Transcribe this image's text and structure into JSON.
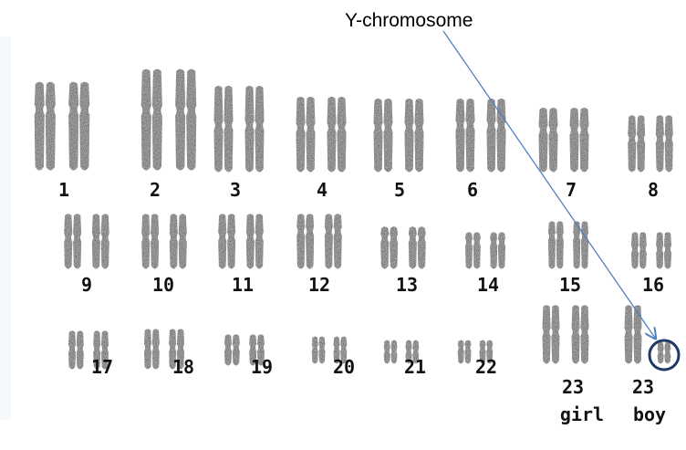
{
  "annotation": {
    "label": "Y-chromosome"
  },
  "pairs": [
    {
      "number": "1"
    },
    {
      "number": "2"
    },
    {
      "number": "3"
    },
    {
      "number": "4"
    },
    {
      "number": "5"
    },
    {
      "number": "6"
    },
    {
      "number": "7"
    },
    {
      "number": "8"
    },
    {
      "number": "9"
    },
    {
      "number": "10"
    },
    {
      "number": "11"
    },
    {
      "number": "12"
    },
    {
      "number": "13"
    },
    {
      "number": "14"
    },
    {
      "number": "15"
    },
    {
      "number": "16"
    },
    {
      "number": "17"
    },
    {
      "number": "18"
    },
    {
      "number": "19"
    },
    {
      "number": "20"
    },
    {
      "number": "21"
    },
    {
      "number": "22"
    }
  ],
  "sex_pairs": [
    {
      "number": "23",
      "sublabel": "girl"
    },
    {
      "number": "23",
      "sublabel": "boy"
    }
  ],
  "colors": {
    "chromosome": "#1e1e1e",
    "arrow": "#4f81bd",
    "circle": "#1f3864"
  },
  "icons": {
    "arrow": "arrow-icon",
    "highlight": "circle-highlight-icon"
  }
}
